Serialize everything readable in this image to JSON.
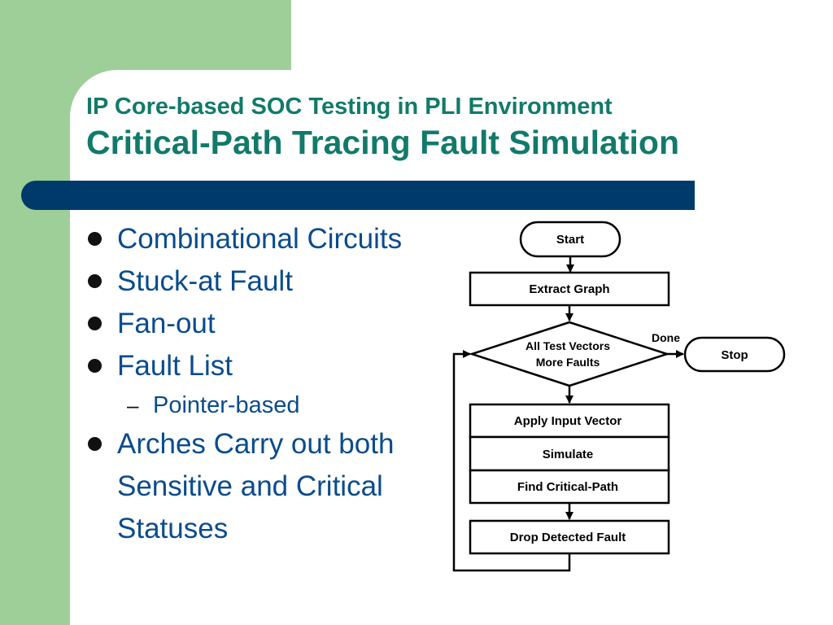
{
  "slide": {
    "title": "IP Core-based SOC Testing in PLI Environment",
    "subtitle": "Critical-Path Tracing Fault Simulation",
    "bullets": [
      {
        "text": "Combinational Circuits"
      },
      {
        "text": "Stuck-at Fault"
      },
      {
        "text": "Fan-out"
      },
      {
        "text": "Fault List"
      },
      {
        "text": "Pointer-based",
        "sub": true
      },
      {
        "text": "Arches Carry out both"
      },
      {
        "text": "Sensitive and Critical"
      },
      {
        "text": "Statuses"
      }
    ]
  },
  "flowchart": {
    "start": "Start",
    "extract": "Extract Graph",
    "decision_line1": "All Test Vectors",
    "decision_line2": "More Faults",
    "done_label": "Done",
    "stop": "Stop",
    "apply": "Apply Input Vector",
    "simulate": "Simulate",
    "find": "Find Critical-Path",
    "drop": "Drop Detected Fault"
  },
  "colors": {
    "green_band": "#9fcf98",
    "blue_bar": "#003a6b",
    "title": "#127a6a",
    "text": "#0a4c8c"
  }
}
